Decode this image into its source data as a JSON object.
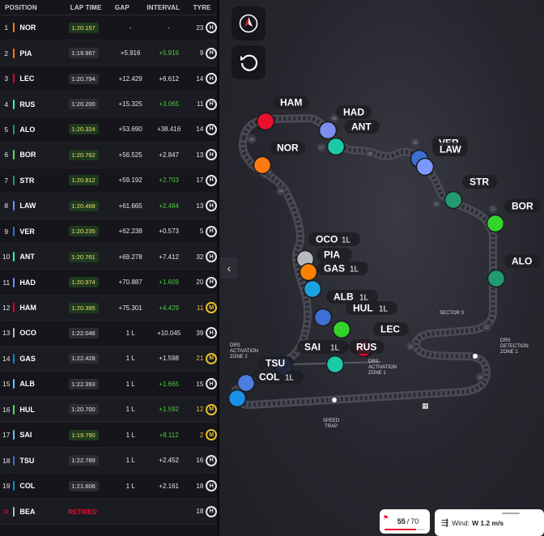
{
  "headers": {
    "position": "POSITION",
    "lap_time": "LAP TIME",
    "gap": "GAP",
    "interval": "INTERVAL",
    "tyre": "TYRE"
  },
  "colors": {
    "mclaren": "#ff8000",
    "ferrari": "#e8002d",
    "mercedes": "#27f4d2",
    "aston": "#229971",
    "redbull": "#3671c6",
    "racingbulls": "#6692ff",
    "williams": "#64c4ff",
    "alpine": "#0093cc",
    "haas": "#b6babd",
    "sauber": "#52e252",
    "purple": "#b138dd",
    "green": "#4ecb3f",
    "yellow": "#e6c32a"
  },
  "drivers": [
    {
      "pos": "1",
      "code": "NOR",
      "team": "mclaren",
      "lap": "1:20.157",
      "lap_style": "green",
      "gap": "-",
      "interval": "-",
      "int_style": "white",
      "tyre_laps": "23",
      "tyre": "H"
    },
    {
      "pos": "2",
      "code": "PIA",
      "team": "mclaren",
      "lap": "1:19.967",
      "lap_style": "grey",
      "gap": "+5.916",
      "interval": "+5.916",
      "int_style": "green",
      "tyre_laps": "9",
      "tyre": "H"
    },
    {
      "pos": "3",
      "code": "LEC",
      "team": "ferrari",
      "lap": "1:20.794",
      "lap_style": "grey",
      "gap": "+12.429",
      "interval": "+6.612",
      "int_style": "white",
      "tyre_laps": "14",
      "tyre": "H"
    },
    {
      "pos": "4",
      "code": "RUS",
      "team": "mercedes",
      "lap": "1:20.200",
      "lap_style": "grey",
      "gap": "+15.325",
      "interval": "+3.065",
      "int_style": "green",
      "tyre_laps": "11",
      "tyre": "H"
    },
    {
      "pos": "5",
      "code": "ALO",
      "team": "aston",
      "lap": "1:20.324",
      "lap_style": "green",
      "gap": "+53.690",
      "interval": "+38.416",
      "int_style": "white",
      "tyre_laps": "14",
      "tyre": "H"
    },
    {
      "pos": "6",
      "code": "BOR",
      "team": "sauber",
      "lap": "1:20.762",
      "lap_style": "green",
      "gap": "+56.525",
      "interval": "+2.847",
      "int_style": "white",
      "tyre_laps": "13",
      "tyre": "H"
    },
    {
      "pos": "7",
      "code": "STR",
      "team": "aston",
      "lap": "1:20.812",
      "lap_style": "green",
      "gap": "+59.192",
      "interval": "+2.703",
      "int_style": "green",
      "tyre_laps": "17",
      "tyre": "H"
    },
    {
      "pos": "8",
      "code": "LAW",
      "team": "racingbulls",
      "lap": "1:20.468",
      "lap_style": "green",
      "gap": "+61.665",
      "interval": "+2.484",
      "int_style": "green",
      "tyre_laps": "13",
      "tyre": "H"
    },
    {
      "pos": "9",
      "code": "VER",
      "team": "redbull",
      "lap": "1:20.235",
      "lap_style": "green",
      "gap": "+62.238",
      "interval": "+0.573",
      "int_style": "white",
      "tyre_laps": "5",
      "tyre": "H"
    },
    {
      "pos": "10",
      "code": "ANT",
      "team": "mercedes",
      "lap": "1:20.761",
      "lap_style": "green",
      "gap": "+69.278",
      "interval": "+7.412",
      "int_style": "white",
      "tyre_laps": "32",
      "tyre": "H"
    },
    {
      "pos": "11",
      "code": "HAD",
      "team": "racingbulls",
      "lap": "1:20.974",
      "lap_style": "green",
      "gap": "+70.887",
      "interval": "+1.609",
      "int_style": "green",
      "tyre_laps": "20",
      "tyre": "H"
    },
    {
      "pos": "12",
      "code": "HAM",
      "team": "ferrari",
      "lap": "1:20.395",
      "lap_style": "green",
      "gap": "+75.301",
      "interval": "+4.429",
      "int_style": "green",
      "tyre_laps": "11",
      "tyre": "M"
    },
    {
      "pos": "13",
      "code": "OCO",
      "team": "haas",
      "lap": "1:22.046",
      "lap_style": "grey",
      "gap": "1 L",
      "interval": "+10.045",
      "int_style": "white",
      "tyre_laps": "39",
      "tyre": "H"
    },
    {
      "pos": "14",
      "code": "GAS",
      "team": "alpine",
      "lap": "1:22.428",
      "lap_style": "grey",
      "gap": "1 L",
      "interval": "+1.598",
      "int_style": "white",
      "tyre_laps": "21",
      "tyre": "M"
    },
    {
      "pos": "15",
      "code": "ALB",
      "team": "williams",
      "lap": "1:22.393",
      "lap_style": "grey",
      "gap": "1 L",
      "interval": "+1.665",
      "int_style": "green",
      "tyre_laps": "15",
      "tyre": "H"
    },
    {
      "pos": "16",
      "code": "HUL",
      "team": "sauber",
      "lap": "1:20.700",
      "lap_style": "grey",
      "gap": "1 L",
      "interval": "+1.592",
      "int_style": "green",
      "tyre_laps": "12",
      "tyre": "M"
    },
    {
      "pos": "17",
      "code": "SAI",
      "team": "williams",
      "lap": "1:19.790",
      "lap_style": "green",
      "gap": "1 L",
      "interval": "+8.112",
      "int_style": "green",
      "tyre_laps": "2",
      "tyre": "M"
    },
    {
      "pos": "18",
      "code": "TSU",
      "team": "redbull",
      "lap": "1:22.789",
      "lap_style": "grey",
      "gap": "1 L",
      "interval": "+2.452",
      "int_style": "white",
      "tyre_laps": "16",
      "tyre": "H"
    },
    {
      "pos": "19",
      "code": "COL",
      "team": "alpine",
      "lap": "1:21.608",
      "lap_style": "grey",
      "gap": "1 L",
      "interval": "+2.161",
      "int_style": "white",
      "tyre_laps": "18",
      "tyre": "H"
    },
    {
      "pos": "R",
      "code": "BEA",
      "team": "haas",
      "lap": "RETIRED",
      "lap_style": "retired",
      "gap": "",
      "interval": "",
      "int_style": "white",
      "tyre_laps": "18",
      "tyre": "H"
    }
  ],
  "map": {
    "cars": [
      {
        "code": "HAM",
        "label": "HAM",
        "lap_suffix": "",
        "color": "#e8102d"
      },
      {
        "code": "HAD",
        "label": "HAD",
        "lap_suffix": "",
        "color": "#7a8ff0"
      },
      {
        "code": "ANT",
        "label": "ANT",
        "lap_suffix": "",
        "color": "#1cc9a8"
      },
      {
        "code": "NOR",
        "label": "NOR",
        "lap_suffix": "",
        "color": "#ff7a12"
      },
      {
        "code": "VER",
        "label": "VER",
        "lap_suffix": "",
        "color": "#3d6fd6"
      },
      {
        "code": "LAW",
        "label": "LAW",
        "lap_suffix": "",
        "color": "#7b98ff"
      },
      {
        "code": "STR",
        "label": "STR",
        "lap_suffix": "",
        "color": "#229971"
      },
      {
        "code": "BOR",
        "label": "BOR",
        "lap_suffix": "",
        "color": "#33d32c"
      },
      {
        "code": "ALO",
        "label": "ALO",
        "lap_suffix": "",
        "color": "#229971"
      },
      {
        "code": "OCO",
        "label": "OCO",
        "lap_suffix": "1L",
        "color": "#b6babd"
      },
      {
        "code": "PIA",
        "label": "PIA",
        "lap_suffix": "",
        "color": "#ff8000"
      },
      {
        "code": "GAS",
        "label": "GAS",
        "lap_suffix": "1L",
        "color": "#1aa3e0"
      },
      {
        "code": "ALB",
        "label": "ALB",
        "lap_suffix": "1L",
        "color": "#3d6fd6"
      },
      {
        "code": "HUL",
        "label": "HUL",
        "lap_suffix": "1L",
        "color": "#33d32c"
      },
      {
        "code": "LEC",
        "label": "LEC",
        "lap_suffix": "",
        "color": "#e8002d"
      },
      {
        "code": "SAI",
        "label": "SAI",
        "lap_suffix": "1L",
        "color": "#1cc9a8"
      },
      {
        "code": "RUS",
        "label": "RUS",
        "lap_suffix": "",
        "color": "#e8002d"
      },
      {
        "code": "TSU",
        "label": "TSU",
        "lap_suffix": "",
        "color": "#3d6fd6"
      },
      {
        "code": "COL",
        "label": "COL",
        "lap_suffix": "1L",
        "color": "#4a7ee0"
      },
      {
        "code": "COL2",
        "label": "",
        "lap_suffix": "",
        "color": "#1a8fe8"
      }
    ],
    "turn_numbers": [
      "05",
      "06",
      "07",
      "08",
      "09",
      "04",
      "03",
      "10",
      "11",
      "12",
      "13",
      "14"
    ],
    "annotations": {
      "sector3": "SECTOR 3",
      "drs_zone2": [
        "DRS",
        "ACTIVATION",
        "ZONE 2"
      ],
      "drs_zone1": [
        "DRS",
        "ACTIVATION",
        "ZONE 1"
      ],
      "drs_detect": [
        "DRS",
        "DETECTION",
        "ZONE 1"
      ],
      "speed_trap": [
        "SPEED",
        "TRAP"
      ]
    }
  },
  "bottom": {
    "lap_current": "55",
    "lap_total": "70",
    "lap_progress": 0.786,
    "wind_label": "Wind:",
    "wind_value": "W 1.2 m/s"
  }
}
